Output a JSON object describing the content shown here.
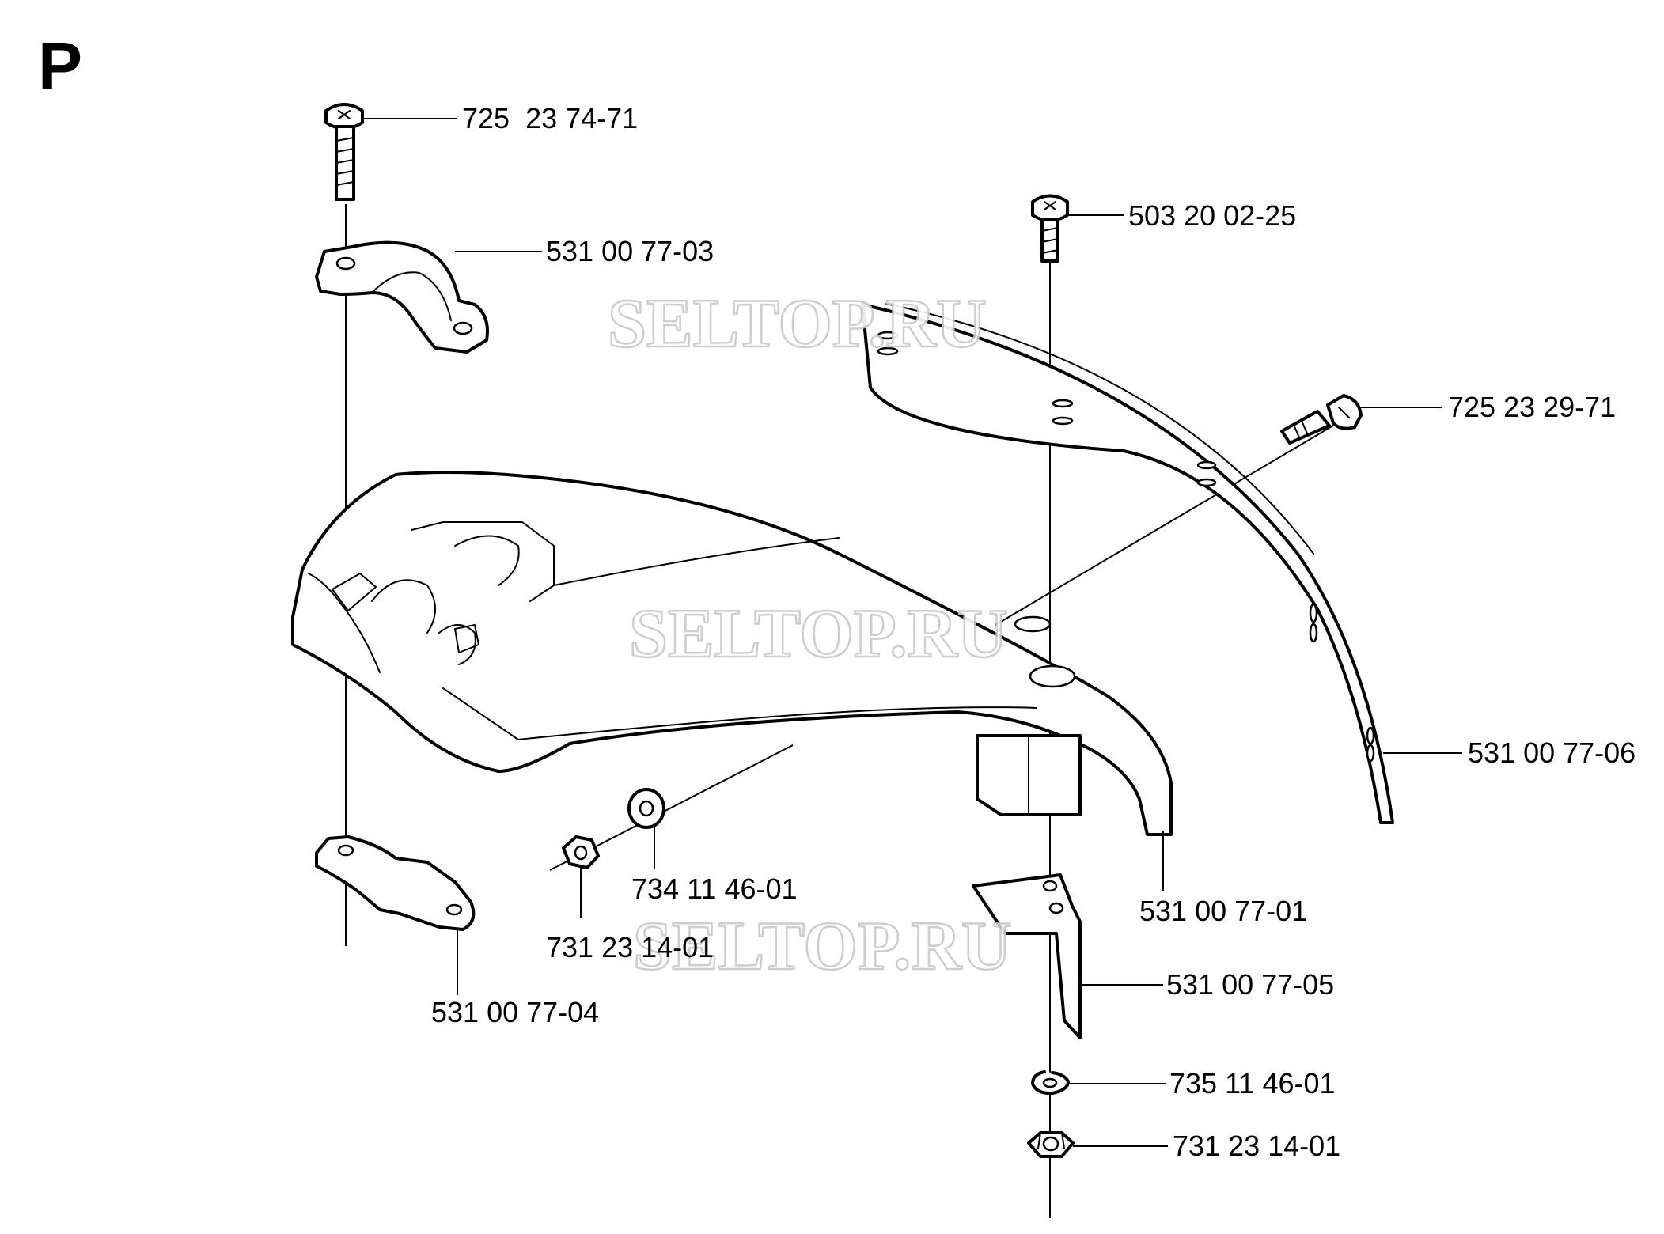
{
  "section": "P",
  "watermarks": [
    "SELTOP.RU",
    "SELTOP.RU",
    "SELTOP.RU"
  ],
  "parts": [
    {
      "id": "bolt-top-left",
      "number": "725  23 74-71"
    },
    {
      "id": "bolt-top-right",
      "number": "503 20 02-25"
    },
    {
      "id": "clamp-upper",
      "number": "531 00 77-03"
    },
    {
      "id": "bolt-right",
      "number": "725 23 29-71"
    },
    {
      "id": "blade-strip",
      "number": "531 00 77-06"
    },
    {
      "id": "guard",
      "number": "531 00 77-01"
    },
    {
      "id": "washer",
      "number": "734 11 46-01"
    },
    {
      "id": "nut-left",
      "number": "731 23 14-01"
    },
    {
      "id": "clamp-lower",
      "number": "531 00 77-04"
    },
    {
      "id": "bracket",
      "number": "531 00 77-05"
    },
    {
      "id": "lock-washer",
      "number": "735 11 46-01"
    },
    {
      "id": "nut-bottom",
      "number": "731 23 14-01"
    }
  ]
}
